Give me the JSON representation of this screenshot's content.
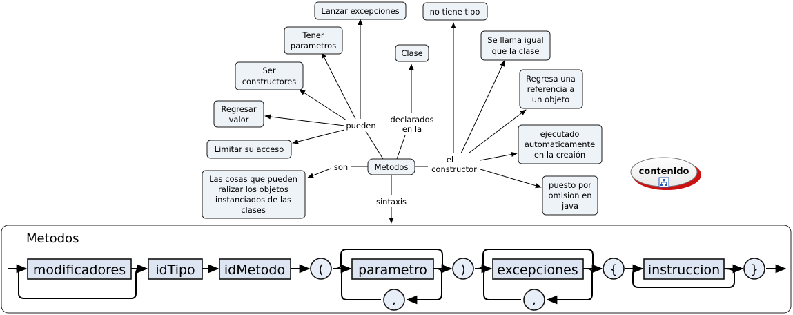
{
  "concept_map": {
    "center": "Metodos",
    "nodes": {
      "lanzar": [
        "Lanzar excepciones"
      ],
      "notiene": [
        "no tiene tipo"
      ],
      "tener": [
        "Tener",
        "parametros"
      ],
      "clase": [
        "Clase"
      ],
      "llama": [
        "Se llama igual",
        "que la clase"
      ],
      "ser": [
        "Ser",
        "constructores"
      ],
      "regresa_ref": [
        "Regresa una",
        "referencia a",
        "un objeto"
      ],
      "regresar": [
        "Regresar",
        "valor"
      ],
      "ejecutado": [
        "ejecutado",
        "automaticamente",
        "en la creaión"
      ],
      "limitar": [
        "Limitar su acceso"
      ],
      "cosas": [
        "Las cosas que pueden",
        "ralizar los objetos",
        "instanciados de las",
        "clases"
      ],
      "puesto": [
        "puesto por",
        "omision en",
        "java"
      ]
    },
    "links": {
      "pueden": [
        "pueden"
      ],
      "declarados": [
        "declarados",
        "en la"
      ],
      "constructor": [
        "el",
        "constructor"
      ],
      "son": [
        "son"
      ],
      "sintaxis": [
        "sintaxis"
      ]
    },
    "contenido_button": "contenido"
  },
  "syntax": {
    "title": "Metodos",
    "boxes": {
      "modificadores": "modificadores",
      "idtipo": "idTipo",
      "idmetodo": "idMetodo",
      "parametro": "parametro",
      "excepciones": "excepciones",
      "instruccion": "instruccion"
    },
    "symbols": {
      "lparen": "(",
      "rparen": ")",
      "comma1": ",",
      "comma2": ",",
      "lbrace": "{",
      "rbrace": "}"
    }
  }
}
